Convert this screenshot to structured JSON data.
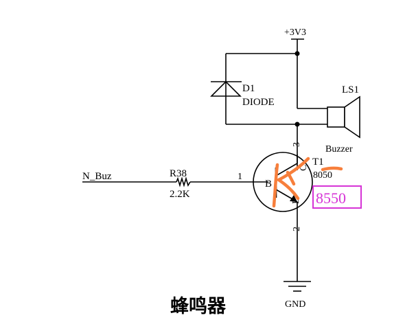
{
  "schematic": {
    "power_label": "+3V3",
    "ground_label": "GND",
    "net_label": "N_Buz",
    "caption": "蜂鸣器",
    "diode": {
      "ref": "D1",
      "value": "DIODE"
    },
    "buzzer": {
      "ref": "LS1",
      "value": "Buzzer"
    },
    "resistor": {
      "ref": "R38",
      "value": "2.2K"
    },
    "transistor": {
      "ref": "T1",
      "value": "8050",
      "pin_base": "1",
      "pin_emitter": "2",
      "pin_collector": "3",
      "letter_base": "B",
      "letter_emitter": "E",
      "letter_collector": "C"
    }
  },
  "annotation": {
    "correction_text": "8550",
    "box_color": "#d633d6",
    "scribble_color": "#f77f3c"
  },
  "colors": {
    "wire": "#000000",
    "background": "#ffffff"
  }
}
